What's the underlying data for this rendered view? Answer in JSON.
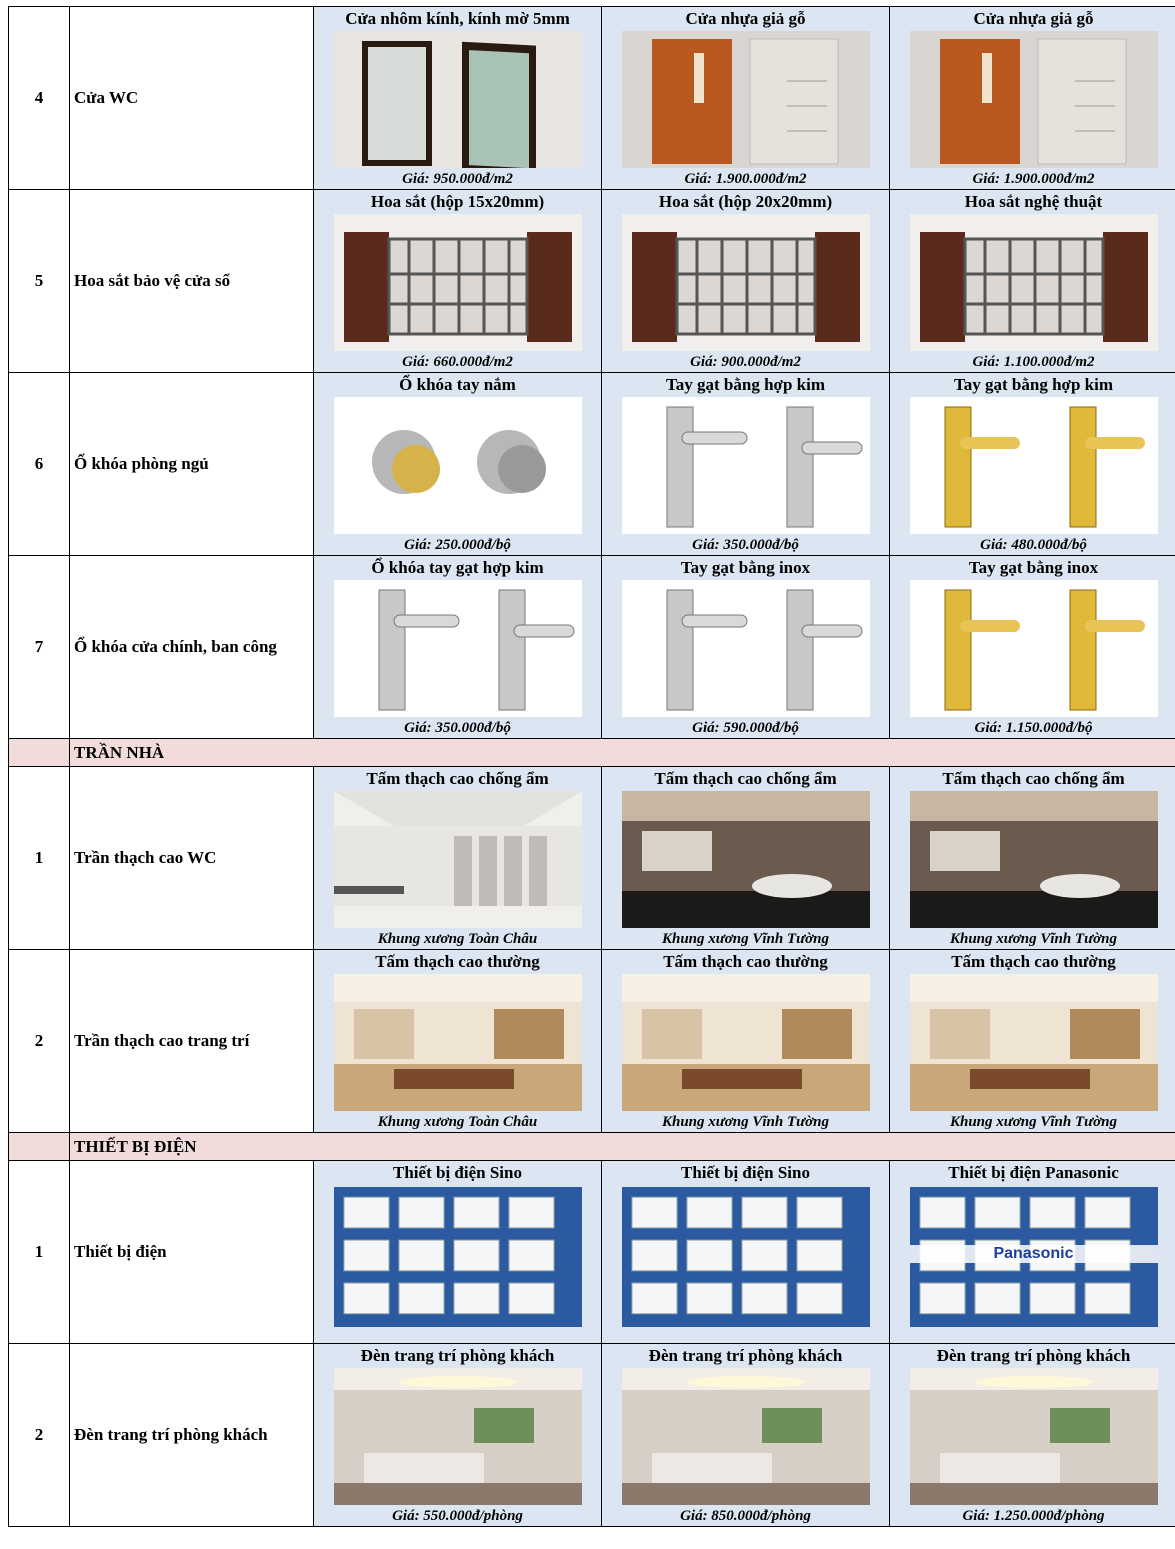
{
  "rows": [
    {
      "type": "item",
      "index": "4",
      "name": "Cửa WC",
      "options": [
        {
          "title": "Cửa nhôm kính, kính mờ 5mm",
          "price": "Giá: 950.000đ/m2",
          "image": "door-glass-icon"
        },
        {
          "title": "Cửa nhựa giả gỗ",
          "price": "Giá: 1.900.000đ/m2",
          "image": "door-wood-icon"
        },
        {
          "title": "Cửa nhựa giả gỗ",
          "price": "Giá: 1.900.000đ/m2",
          "image": "door-wood-icon"
        }
      ]
    },
    {
      "type": "item",
      "index": "5",
      "name": "Hoa sắt bảo vệ cửa sổ",
      "options": [
        {
          "title": "Hoa sắt (hộp 15x20mm)",
          "price": "Giá: 660.000đ/m2",
          "image": "window-grille-icon"
        },
        {
          "title": "Hoa sắt (hộp 20x20mm)",
          "price": "Giá: 900.000đ/m2",
          "image": "window-grille-icon"
        },
        {
          "title": "Hoa sắt nghệ thuật",
          "price": "Giá: 1.100.000đ/m2",
          "image": "window-grille-icon"
        }
      ]
    },
    {
      "type": "item",
      "index": "6",
      "name": "Ổ khóa phòng ngủ",
      "options": [
        {
          "title": "Ổ khóa tay nắm",
          "price": "Giá: 250.000đ/bộ",
          "image": "knob-lock-icon"
        },
        {
          "title": "Tay gạt bằng hợp kim",
          "price": "Giá: 350.000đ/bộ",
          "image": "lever-lock-icon"
        },
        {
          "title": "Tay gạt bằng hợp kim",
          "price": "Giá: 480.000đ/bộ",
          "image": "lever-lock-gold-icon"
        }
      ]
    },
    {
      "type": "item",
      "index": "7",
      "name": "Ổ khóa cửa chính, ban công",
      "options": [
        {
          "title": "Ổ khóa tay gạt hợp kim",
          "price": "Giá: 350.000đ/bộ",
          "image": "lever-lock-icon"
        },
        {
          "title": "Tay gạt bằng inox",
          "price": "Giá: 590.000đ/bộ",
          "image": "lever-lock-icon"
        },
        {
          "title": "Tay gạt bằng inox",
          "price": "Giá: 1.150.000đ/bộ",
          "image": "lever-lock-gold-icon"
        }
      ]
    },
    {
      "type": "section",
      "label": "TRẦN NHÀ"
    },
    {
      "type": "item",
      "index": "1",
      "name": "Trần thạch cao WC",
      "options": [
        {
          "title": "Tấm thạch cao chống ẩm",
          "price": "Khung xương Toàn Châu",
          "image": "restroom-ceiling-icon"
        },
        {
          "title": "Tấm thạch cao chống ẩm",
          "price": "Khung xương Vĩnh Tường",
          "image": "bathroom-ceiling-icon"
        },
        {
          "title": "Tấm thạch cao chống ẩm",
          "price": "Khung xương Vĩnh Tường",
          "image": "bathroom-ceiling-icon"
        }
      ]
    },
    {
      "type": "item",
      "index": "2",
      "name": "Trần thạch cao trang trí",
      "options": [
        {
          "title": "Tấm thạch cao thường",
          "price": "Khung xương Toàn Châu",
          "image": "room-ceiling-icon"
        },
        {
          "title": "Tấm thạch cao thường",
          "price": "Khung xương Vĩnh Tường",
          "image": "room-ceiling-icon"
        },
        {
          "title": "Tấm thạch cao thường",
          "price": "Khung xương Vĩnh Tường",
          "image": "room-ceiling-icon"
        }
      ]
    },
    {
      "type": "section",
      "label": "THIẾT BỊ ĐIỆN"
    },
    {
      "type": "item",
      "index": "1",
      "name": "Thiết bị điện",
      "options": [
        {
          "title": "Thiết bị điện Sino",
          "price": "",
          "image": "switch-panel-icon"
        },
        {
          "title": "Thiết bị điện Sino",
          "price": "",
          "image": "switch-panel-icon"
        },
        {
          "title": "Thiết bị điện Panasonic",
          "price": "",
          "image": "switch-panel-icon",
          "brand": "Panasonic"
        }
      ]
    },
    {
      "type": "item",
      "index": "2",
      "name": "Đèn trang trí phòng khách",
      "options": [
        {
          "title": "Đèn trang trí phòng khách",
          "price": "Giá: 550.000đ/phòng",
          "image": "living-room-light-icon"
        },
        {
          "title": "Đèn trang trí phòng khách",
          "price": "Giá: 850.000đ/phòng",
          "image": "living-room-light-icon"
        },
        {
          "title": "Đèn trang trí phòng khách",
          "price": "Giá: 1.250.000đ/phòng",
          "image": "living-room-light-icon"
        }
      ]
    }
  ],
  "colors": {
    "option_bg": "#dce6f2",
    "section_bg": "#f2dcdb",
    "border": "#000000"
  }
}
